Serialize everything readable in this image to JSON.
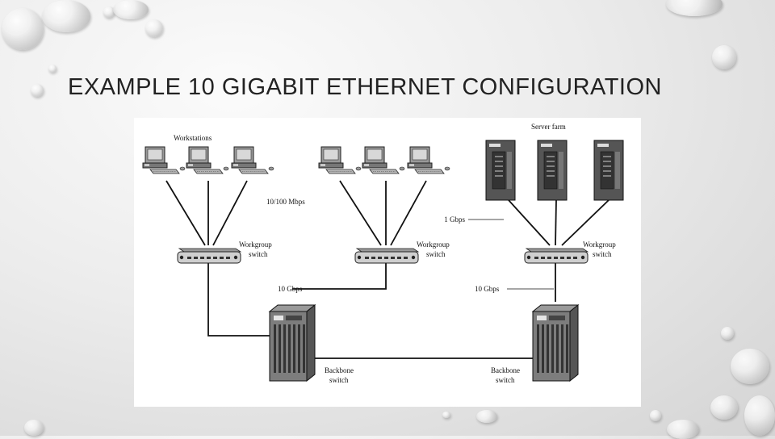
{
  "slide": {
    "title": "EXAMPLE 10 GIGABIT ETHERNET CONFIGURATION"
  },
  "diagram": {
    "labels": {
      "workstations": "Workstations",
      "server_farm": "Server farm",
      "speed_10_100": "10/100 Mbps",
      "speed_1g": "1 Gbps",
      "speed_10g_left": "10 Gbps",
      "speed_10g_right": "10 Gbps",
      "wg_switch_1_l1": "Workgroup",
      "wg_switch_1_l2": "switch",
      "wg_switch_2_l1": "Workgroup",
      "wg_switch_2_l2": "switch",
      "wg_switch_3_l1": "Workgroup",
      "wg_switch_3_l2": "switch",
      "bb_switch_1_l1": "Backbone",
      "bb_switch_1_l2": "switch",
      "bb_switch_2_l1": "Backbone",
      "bb_switch_2_l2": "switch"
    }
  }
}
